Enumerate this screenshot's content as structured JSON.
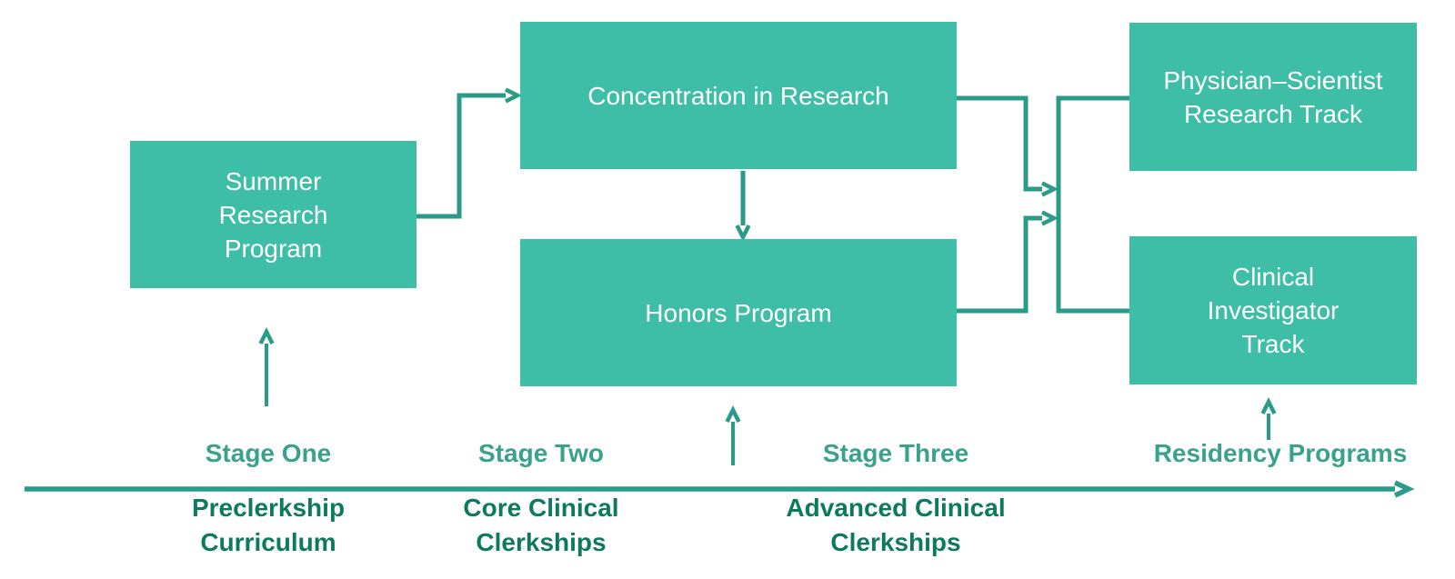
{
  "title": "Research pathway flow diagram",
  "colors": {
    "box_fill": "#3ebda7",
    "line": "#2a9b89",
    "stage_label": "#3aa28c",
    "phase_label": "#0d7a5f",
    "box_text": "#ffffff"
  },
  "boxes": [
    {
      "id": "summer",
      "label": "Summer\nResearch\nProgram"
    },
    {
      "id": "concentration",
      "label": "Concentration in Research"
    },
    {
      "id": "honors",
      "label": "Honors Program"
    },
    {
      "id": "physician",
      "label": "Physician–Scientist\nResearch Track"
    },
    {
      "id": "clinical",
      "label": "Clinical\nInvestigator\nTrack"
    }
  ],
  "edges": [
    {
      "from": "Summer Research Program",
      "to": "Concentration in Research"
    },
    {
      "from": "Concentration in Research",
      "to": "Honors Program"
    },
    {
      "from": "Concentration in Research",
      "to": "merge-bar"
    },
    {
      "from": "Honors Program",
      "to": "merge-bar"
    },
    {
      "from": "merge-bar",
      "to": "Physician–Scientist Research Track"
    },
    {
      "from": "merge-bar",
      "to": "Clinical Investigator Track"
    },
    {
      "from": "timeline Stage One",
      "to": "Summer Research Program"
    },
    {
      "from": "timeline Stage Two/Three",
      "to": "Honors Program"
    },
    {
      "from": "timeline Residency Programs",
      "to": "Clinical Investigator Track"
    }
  ],
  "timeline": {
    "stages": [
      {
        "label": "Stage One",
        "sublabel": "Preclerkship\nCurriculum"
      },
      {
        "label": "Stage Two",
        "sublabel": "Core Clinical\nClerkships"
      },
      {
        "label": "Stage Three",
        "sublabel": "Advanced Clinical\nClerkships"
      },
      {
        "label": "Residency Programs",
        "sublabel": ""
      }
    ]
  }
}
